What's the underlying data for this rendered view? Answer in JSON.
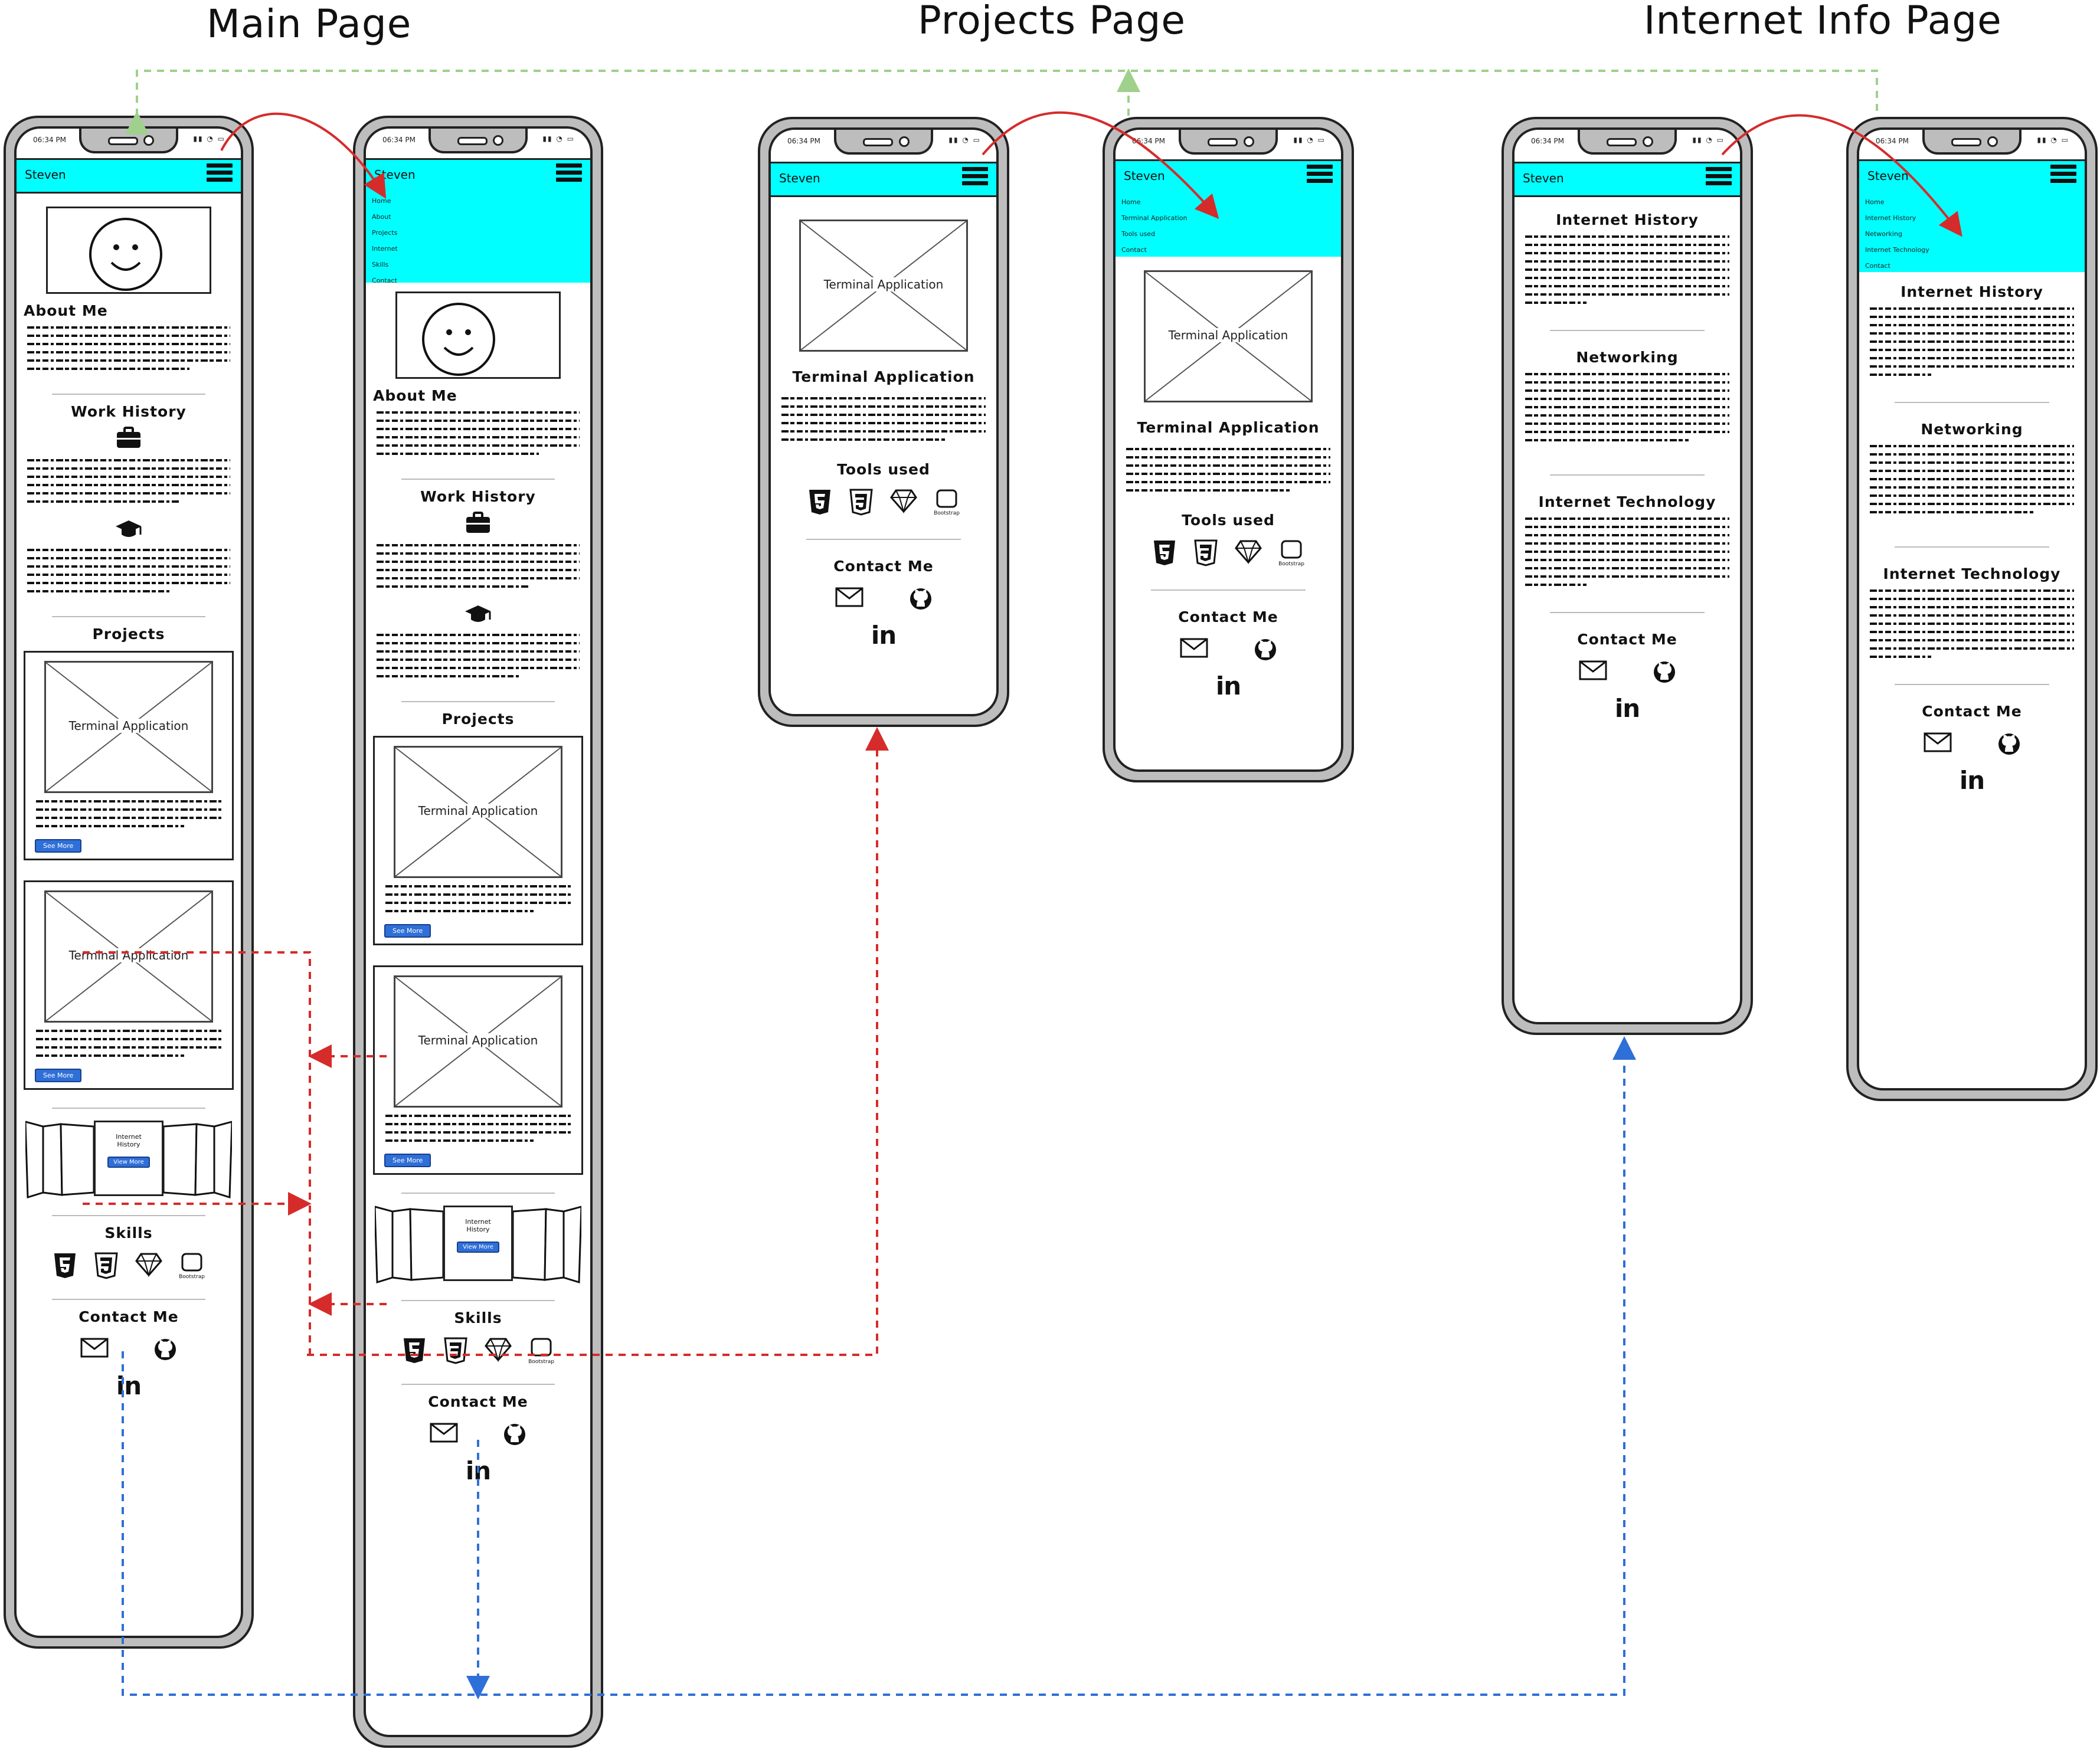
{
  "titles": {
    "main": "Main Page",
    "projects": "Projects Page",
    "internet": "Internet Info Page"
  },
  "status_time": "06:34 PM",
  "status_icons": "▮▮ ◔ ▭",
  "brand": "Steven",
  "main_menu": [
    "Home",
    "About",
    "Projects",
    "Internet",
    "Skills",
    "Contact"
  ],
  "projects_menu": [
    "Home",
    "Terminal Application",
    "Tools used",
    "Contact"
  ],
  "internet_menu": [
    "Home",
    "Internet History",
    "Networking",
    "Internet Technology",
    "Contact"
  ],
  "main": {
    "about_title": "About Me",
    "work_title": "Work History",
    "projects_title": "Projects",
    "project_image_label": "Terminal Application",
    "see_more": "See More",
    "carousel_text": "Internet History",
    "view_more": "View More",
    "skills_title": "Skills",
    "bootstrap_label": "Bootstrap",
    "contact_title": "Contact Me",
    "linkedin": "in"
  },
  "projects_page": {
    "image_label": "Terminal Application",
    "heading": "Terminal Application",
    "tools_title": "Tools used",
    "bootstrap_label": "Bootstrap",
    "contact_title": "Contact Me",
    "linkedin": "in"
  },
  "internet_page": {
    "history_title": "Internet History",
    "networking_title": "Networking",
    "technology_title": "Internet Technology",
    "contact_title": "Contact Me",
    "linkedin": "in"
  },
  "colors": {
    "navbar": "#00ffff",
    "button": "#2f6fd8",
    "red_link": "#d62b2b",
    "green_link": "#9fd08c",
    "blue_link": "#2f6fd8"
  }
}
